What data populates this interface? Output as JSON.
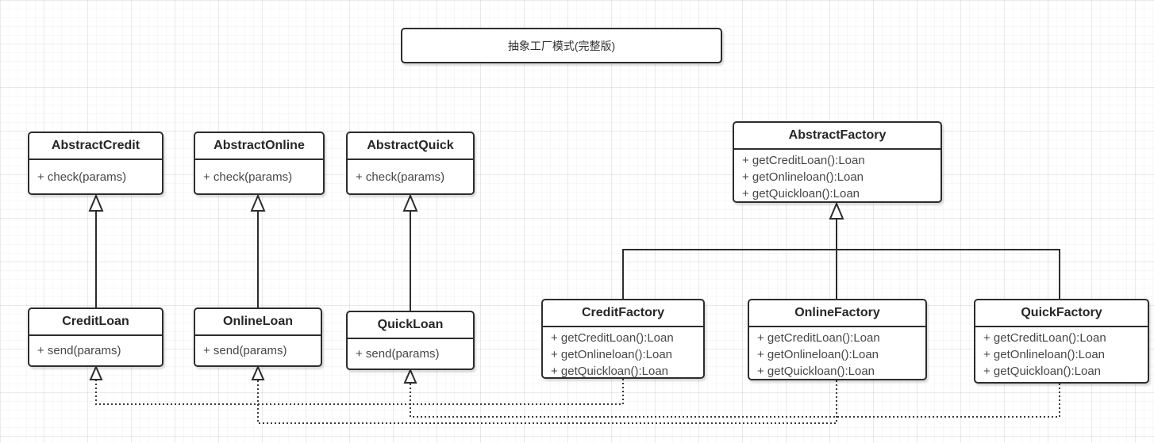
{
  "title": {
    "label": "抽象工厂模式(完整版)"
  },
  "colors": {
    "stroke": "#2d2d2d",
    "class_name_text": "#262626",
    "method_text": "#474747",
    "background": "#ffffff"
  },
  "classes": {
    "abstract_credit": {
      "name": "AbstractCredit",
      "methods": [
        "+ check(params)"
      ]
    },
    "abstract_online": {
      "name": "AbstractOnline",
      "methods": [
        "+ check(params)"
      ]
    },
    "abstract_quick": {
      "name": "AbstractQuick",
      "methods": [
        "+ check(params)"
      ]
    },
    "credit_loan": {
      "name": "CreditLoan",
      "methods": [
        "+ send(params)"
      ]
    },
    "online_loan": {
      "name": "OnlineLoan",
      "methods": [
        "+ send(params)"
      ]
    },
    "quick_loan": {
      "name": "QuickLoan",
      "methods": [
        "+ send(params)"
      ]
    },
    "abstract_factory": {
      "name": "AbstractFactory",
      "methods": [
        "+ getCreditLoan():Loan",
        "+ getOnlineloan():Loan",
        "+ getQuickloan():Loan"
      ]
    },
    "credit_factory": {
      "name": "CreditFactory",
      "methods": [
        "+ getCreditLoan():Loan",
        "+ getOnlineloan():Loan",
        "+ getQuickloan():Loan"
      ]
    },
    "online_factory": {
      "name": "OnlineFactory",
      "methods": [
        "+ getCreditLoan():Loan",
        "+ getOnlineloan():Loan",
        "+ getQuickloan():Loan"
      ]
    },
    "quick_factory": {
      "name": "QuickFactory",
      "methods": [
        "+ getCreditLoan():Loan",
        "+ getOnlineloan():Loan",
        "+ getQuickloan():Loan"
      ]
    }
  },
  "relationships": [
    {
      "type": "inheritance",
      "from": "CreditLoan",
      "to": "AbstractCredit",
      "line": "solid"
    },
    {
      "type": "inheritance",
      "from": "OnlineLoan",
      "to": "AbstractOnline",
      "line": "solid"
    },
    {
      "type": "inheritance",
      "from": "QuickLoan",
      "to": "AbstractQuick",
      "line": "solid"
    },
    {
      "type": "inheritance",
      "from": "CreditFactory",
      "to": "AbstractFactory",
      "line": "solid"
    },
    {
      "type": "inheritance",
      "from": "OnlineFactory",
      "to": "AbstractFactory",
      "line": "solid"
    },
    {
      "type": "inheritance",
      "from": "QuickFactory",
      "to": "AbstractFactory",
      "line": "solid"
    },
    {
      "type": "dependency",
      "from": "CreditFactory",
      "to": "CreditLoan",
      "line": "dotted"
    },
    {
      "type": "dependency",
      "from": "OnlineFactory",
      "to": "OnlineLoan",
      "line": "dotted"
    },
    {
      "type": "dependency",
      "from": "QuickFactory",
      "to": "QuickLoan",
      "line": "dotted"
    }
  ]
}
